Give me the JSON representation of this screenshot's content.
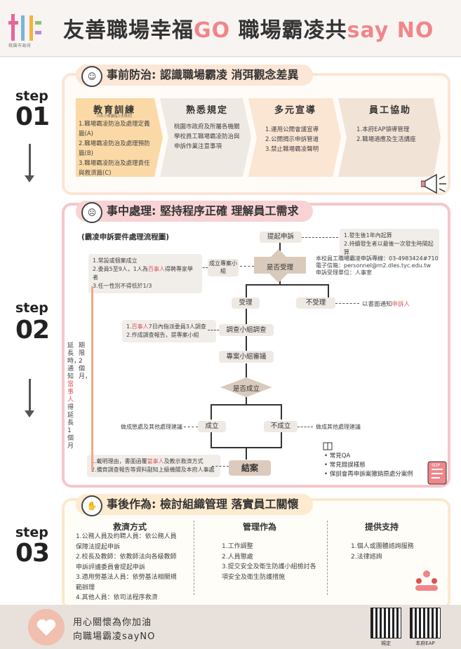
{
  "header": {
    "org": "桃園市政府",
    "title_a": "友善職場幸福",
    "title_b": "GO",
    "title_c": " 職場霸凌共",
    "title_d": "say NO"
  },
  "steps": [
    {
      "label": "step",
      "num": "01"
    },
    {
      "label": "step",
      "num": "02"
    },
    {
      "label": "step",
      "num": "03"
    }
  ],
  "section1": {
    "banner": "事前防治: 認識職場霸凌 消弭觀念差異",
    "cols": [
      {
        "title": "教育訓練",
        "sub": "(3年小時課程)(法規同)",
        "lines": [
          "1.職場霸凌防治及處理定義篇(A)",
          "2.職場霸凌防治及處理預防篇(B)",
          "3.職場霸凌防治及處理責任與救濟篇(C)"
        ]
      },
      {
        "title": "熟悉規定",
        "sub": "",
        "lines": [
          "桃園市政府及所屬各機關學校員工職場霸凌防治與申訴作業注意事項"
        ]
      },
      {
        "title": "多元宣導",
        "sub": "",
        "lines": [
          "1.運用公開會議宣導",
          "2.公開揭示申訴管道",
          "3.禁止職場霸凌聲明"
        ]
      },
      {
        "title": "員工協助",
        "sub": "",
        "lines": [
          "1.本府EAP領導管理",
          "2.職場適應及生活講座"
        ]
      }
    ]
  },
  "section2": {
    "banner": "事中處理: 堅持程序正確 理解員工需求",
    "flow_title": "(霸凌申訴要件處理流程圖)",
    "start": "提起申訴",
    "note_start": [
      "1.發生後1年內起算",
      "2.持續發生者以最後一次發生時間起算"
    ],
    "contact": [
      "本校員工職場霸凌申訴專線：03-4983424#710",
      "電子信箱：personnel@m2.dles.tyc.edu.tw",
      "申訴受理單位：人事室"
    ],
    "accept_q": "是否受理",
    "committee": "成立專案小組",
    "committee_note_a": [
      "1.常設或個案成立",
      "2.委員5至9人，1人為"
    ],
    "committee_note_red": "百事人",
    "committee_note_b": "得聘專家學者",
    "committee_note_c": "3.任一性別不得低於1/3",
    "accept": "受理",
    "reject": "不受理",
    "reject_note_a": "以書面通知",
    "reject_note_red": "申訴人",
    "investigate": "調查小組調查",
    "inv_note_a1": "1.",
    "inv_note_red": "百事人",
    "inv_note_a2": "7日內指派委員3人調查",
    "inv_note_b": "2.作成調查報告，提專案小組",
    "review": "專案小組審議",
    "valid_q": "是否成立",
    "valid": "成立",
    "invalid": "不成立",
    "valid_note": "做成懲處及其他處理建議",
    "invalid_note": "做成其他處理建議",
    "close": "結案",
    "close_note_a1": "1.載明理由，書面函覆",
    "close_note_red": "當事人",
    "close_note_a2": "及教示救濟方式",
    "close_note_b": "2.備齊調查報告等資料副知上級機關及本府人事處",
    "side_a": "期限2個月，",
    "side_b1": "延長時，通知",
    "side_red": "當事人",
    "side_b2": "得延長1個月",
    "qa": [
      "常見QA",
      "常見錯誤樣態",
      "保訓會再申訴案撤銷原處分案例"
    ]
  },
  "section3": {
    "banner": "事後作為: 檢討組織管理 落實員工關懷",
    "cols": [
      {
        "title": "救濟方式",
        "lines": [
          "1.公務人員及約聘人員：依公務人員保障法提起申訴",
          "2.校長及教師：依教師法向各級教師申訴評議委員會提起申訴",
          "3.適用勞基法人員：依勞基法相關規範辦理",
          "4.其他人員：依司法程序救濟"
        ]
      },
      {
        "title": "管理作為",
        "lines": [
          "1.工作調整",
          "2.人員懲處",
          "3.提交安全及衛生防護小組檢討各項安全及衛生防護措施"
        ]
      },
      {
        "title": "提供支持",
        "lines": [
          "1.個人或團體諮詢服務",
          "2.法律諮詢"
        ]
      }
    ]
  },
  "footer": {
    "line1": "用心關懷為你加油",
    "line2": "向職場霸凌sayNO",
    "qr1": "規定",
    "qr2": "本府EAP"
  },
  "colors": {
    "accent": "#f0868a",
    "red": "#e0595e"
  }
}
